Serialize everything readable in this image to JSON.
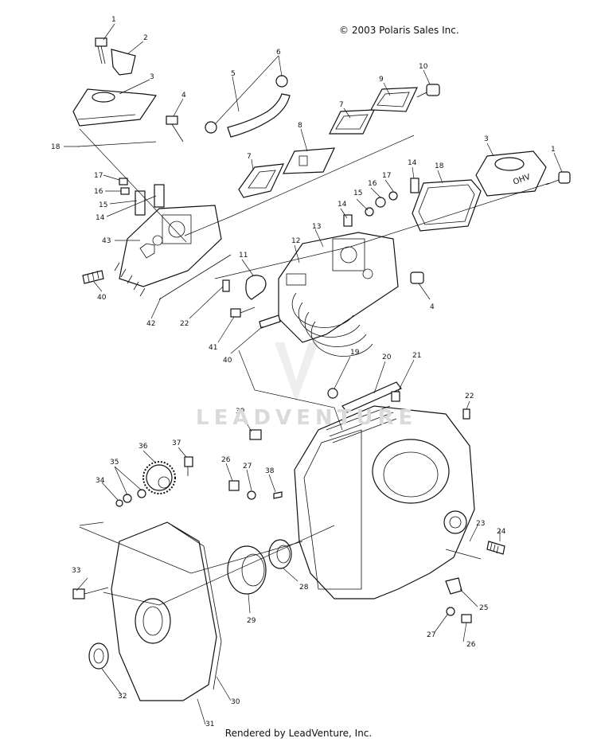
{
  "header": {
    "copyright": "© 2003 Polaris Sales Inc."
  },
  "footer": {
    "rendered_by": "Rendered by LeadVenture, Inc."
  },
  "watermark": {
    "text": "LEADVENTURE"
  },
  "callouts": [
    {
      "label": "1"
    },
    {
      "label": "2"
    },
    {
      "label": "3"
    },
    {
      "label": "18"
    },
    {
      "label": "4"
    },
    {
      "label": "5"
    },
    {
      "label": "6"
    },
    {
      "label": "7"
    },
    {
      "label": "8"
    },
    {
      "label": "9"
    },
    {
      "label": "10"
    },
    {
      "label": "7"
    },
    {
      "label": "3"
    },
    {
      "label": "1"
    },
    {
      "label": "17"
    },
    {
      "label": "16"
    },
    {
      "label": "15"
    },
    {
      "label": "14"
    },
    {
      "label": "43"
    },
    {
      "label": "40"
    },
    {
      "label": "42"
    },
    {
      "label": "22"
    },
    {
      "label": "11"
    },
    {
      "label": "41"
    },
    {
      "label": "40"
    },
    {
      "label": "12"
    },
    {
      "label": "13"
    },
    {
      "label": "14"
    },
    {
      "label": "15"
    },
    {
      "label": "16"
    },
    {
      "label": "17"
    },
    {
      "label": "14"
    },
    {
      "label": "18"
    },
    {
      "label": "4"
    },
    {
      "label": "19"
    },
    {
      "label": "20"
    },
    {
      "label": "21"
    },
    {
      "label": "22"
    },
    {
      "label": "39"
    },
    {
      "label": "36"
    },
    {
      "label": "37"
    },
    {
      "label": "35"
    },
    {
      "label": "34"
    },
    {
      "label": "26"
    },
    {
      "label": "27"
    },
    {
      "label": "38"
    },
    {
      "label": "33"
    },
    {
      "label": "29"
    },
    {
      "label": "28"
    },
    {
      "label": "23"
    },
    {
      "label": "24"
    },
    {
      "label": "25"
    },
    {
      "label": "27"
    },
    {
      "label": "26"
    },
    {
      "label": "32"
    },
    {
      "label": "30"
    },
    {
      "label": "31"
    }
  ]
}
